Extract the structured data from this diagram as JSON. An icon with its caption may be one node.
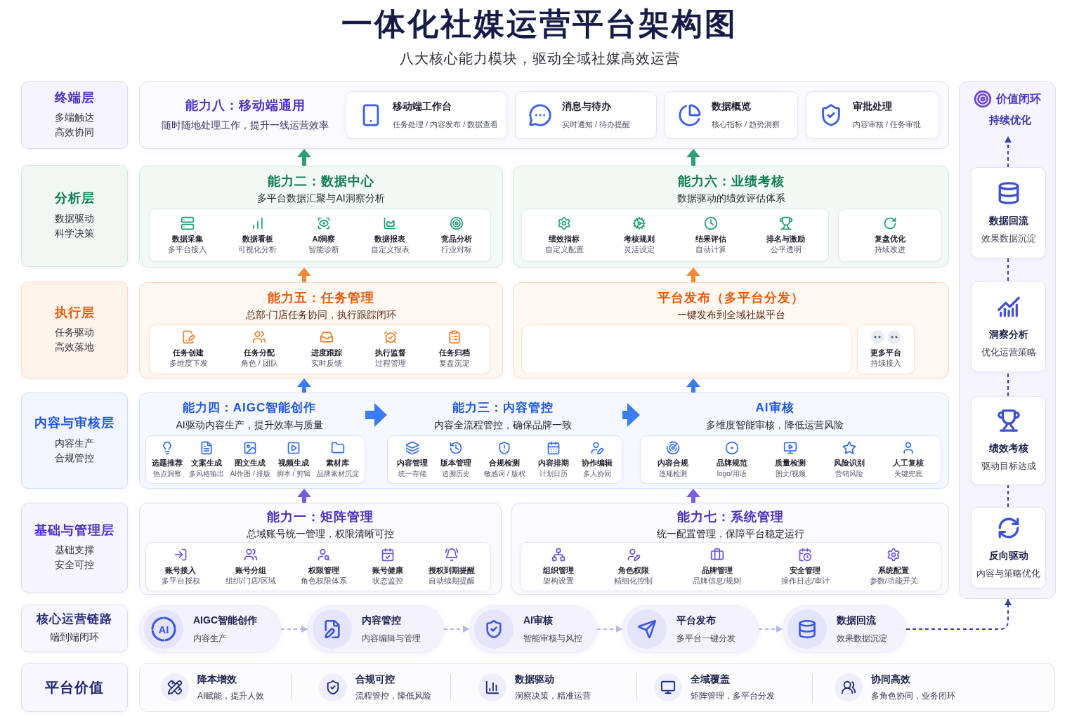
{
  "diagram": {
    "title": "一体化社媒运营平台架构图",
    "nodes": [
      {
        "text": [
          "终端层",
          "多端触达高效协同"
        ]
      },
      {
        "text": [
          "能力八：移动端通用",
          "随时随地处理工作，提升一线运营效率"
        ]
      },
      {
        "text": [
          "移动端工作台",
          "任务处理 / 内容发布 / 数据查看"
        ],
        "in": 1
      },
      {
        "text": [
          "消息与待办",
          "实时通知 / 待办提醒"
        ],
        "in": 1
      },
      {
        "text": [
          "数据概览",
          "核心指标 / 趋势洞察"
        ],
        "in": 1
      },
      {
        "text": [
          "审批处理",
          "内容审核 / 任务审批"
        ],
        "in": 1
      },
      {
        "text": [
          "分析层",
          "数据驱动科学决策"
        ]
      },
      {
        "text": [
          "能力二：数据中心",
          "多平台数据汇聚与AI洞察分析"
        ]
      },
      {
        "text": [
          "数据采集",
          "多平台接入",
          "数据看板",
          "可视化分析",
          "AI洞察",
          "智能诊断",
          "数据报表",
          "自定义报表",
          "竞品分析",
          "行业对标"
        ],
        "in": 7
      },
      {
        "text": [
          "能力六：业绩考核",
          "数据驱动的绩效评估体系"
        ]
      },
      {
        "text": [
          "绩效指标",
          "自定义配置",
          "考核规则",
          "灵活设定",
          "结果评估",
          "自动计算",
          "排名与激励",
          "公平透明"
        ],
        "in": 9
      },
      {
        "text": [
          "复盘优化",
          "持续改进"
        ],
        "in": 9
      },
      {
        "text": [
          "执行层",
          "任务驱动高效落地"
        ]
      },
      {
        "text": [
          "能力五：任务管理",
          "总部-门店任务协同，执行跟踪闭环"
        ]
      },
      {
        "text": [
          "任务创建",
          "多维度下发",
          "任务分配",
          "角色 / 团队",
          "进度跟踪",
          "实时反馈",
          "执行监督",
          "过程管理",
          "任务归档",
          "复盘沉淀"
        ],
        "in": 13
      },
      {
        "text": [
          "平台发布（多平台分发）",
          "一键发布到全域社媒平台"
        ]
      },
      {
        "text": [],
        "shape": "box",
        "in": 15
      },
      {
        "text": [
          "更多平台",
          "持续接入"
        ],
        "in": 15
      },
      {
        "text": [
          "内容与审核层",
          "内容生产合规管控"
        ]
      },
      {
        "text": [],
        "shape": "box"
      },
      {
        "text": [
          "能力四：AIGC智能创作",
          "AI驱动内容生产，提升效率与质量"
        ],
        "in": 19
      },
      {
        "text": [
          "选题推荐",
          "热点洞察",
          "文案生成",
          "多风格输出",
          "图文生成",
          "AI作图 / 排版",
          "视频生成",
          "脚本 / 剪辑",
          "素材库",
          "品牌素材沉淀"
        ],
        "in": 20
      },
      {
        "text": [
          "能力三：内容管控",
          "内容全流程管控，确保品牌一致"
        ],
        "in": 19
      },
      {
        "text": [
          "内容管理",
          "统一存储",
          "版本管理",
          "追溯历史",
          "合规检测",
          "敏感词 / 版权",
          "内容排期",
          "计划日历",
          "协作编辑",
          "多人协同"
        ],
        "in": 22
      },
      {
        "text": [
          "AI审核",
          "多维度智能审核，降低运营风险"
        ],
        "in": 19
      },
      {
        "text": [
          "内容合规",
          "违规检测",
          "品牌规范",
          "logo/用语",
          "质量检测",
          "图文/视频",
          "风险识别",
          "营销风险",
          "人工复核",
          "关键兜底"
        ],
        "in": 24
      },
      {
        "text": [
          "基础与管理层",
          "基础支撑安全可控"
        ]
      },
      {
        "text": [
          "能力一：矩阵管理",
          "总域账号统一管理，权限清晰可控"
        ]
      },
      {
        "text": [
          "账号接入",
          "多平台授权",
          "账号分组",
          "组织/门店/区域",
          "权限管理",
          "角色权限体系",
          "账号健康",
          "状态监控",
          "授权到期提醒",
          "自动续期提醒"
        ],
        "in": 27
      },
      {
        "text": [
          "能力七：系统管理",
          "统一配置管理，保障平台稳定运行"
        ]
      },
      {
        "text": [
          "组织管理",
          "架构设置",
          "角色权限",
          "精细化控制",
          "品牌管理",
          "品牌信息/规则",
          "安全管理",
          "操作日志/审计",
          "系统配置",
          "参数/功能开关"
        ],
        "in": 29
      },
      {
        "text": [
          "核心运营链路",
          "端到端闭环"
        ]
      },
      {
        "text": [
          "AIGC智能创作",
          "内容生产"
        ]
      },
      {
        "text": [
          "内容管控",
          "内容编辑与管理"
        ]
      },
      {
        "text": [
          "AI审核",
          "智能审核与风控"
        ]
      },
      {
        "text": [
          "平台发布",
          "多平台一键分发"
        ]
      },
      {
        "text": [
          "数据回流",
          "效果数据沉淀"
        ]
      },
      {
        "text": [
          "平台价值"
        ]
      },
      {
        "text": [
          "降本增效",
          "AI赋能，提升人效",
          "合规可控",
          "流程管控，降低风险",
          "数据驱动",
          "洞察决策，精准运营",
          "全域覆盖",
          "矩阵管理，多平台分发",
          "协同高效",
          "多角色协同，业务闭环"
        ]
      },
      {
        "text": [],
        "shape": "box"
      },
      {
        "text": [
          "价值闭环",
          "持续优化"
        ],
        "in": 39
      },
      {
        "text": [
          "数据回流",
          "效果数据沉淀"
        ],
        "in": 39
      },
      {
        "text": [
          "洞察分析",
          "优化运营策略"
        ],
        "in": 39
      },
      {
        "text": [
          "绩效考核",
          "驱动目标达成"
        ],
        "in": 39
      },
      {
        "text": [
          "反向驱动",
          "内容与策略优化"
        ],
        "in": 39
      }
    ],
    "edges": [
      {
        "from": 7,
        "to": 1,
        "arrow": "to",
        "color": "#2f9c78"
      },
      {
        "from": 9,
        "to": 1,
        "arrow": "to",
        "color": "#2f9c78"
      },
      {
        "from": 13,
        "to": 7,
        "arrow": "to",
        "color": "#f28a3a"
      },
      {
        "from": 15,
        "to": 9,
        "arrow": "to",
        "color": "#f28a3a"
      },
      {
        "from": 19,
        "to": 13,
        "arrow": "to",
        "color": "#3b7cf2"
      },
      {
        "from": 19,
        "to": 15,
        "arrow": "to",
        "color": "#3b7cf2"
      },
      {
        "from": 27,
        "to": 19,
        "arrow": "to",
        "color": "#7a5be4"
      },
      {
        "from": 29,
        "to": 19,
        "arrow": "to",
        "color": "#7a5be4"
      },
      {
        "from": 20,
        "to": 22,
        "arrow": "to",
        "style": "thick",
        "color": "#3b7cf2"
      },
      {
        "from": 22,
        "to": 24,
        "arrow": "to",
        "style": "thick",
        "color": "#3b7cf2"
      },
      {
        "from": 32,
        "to": 33,
        "arrow": "to",
        "style": "dashed",
        "color": "#b4b6ec"
      },
      {
        "from": 33,
        "to": 34,
        "arrow": "to",
        "style": "dashed",
        "color": "#b4b6ec"
      },
      {
        "from": 34,
        "to": 35,
        "arrow": "to",
        "style": "dashed",
        "color": "#b4b6ec"
      },
      {
        "from": 35,
        "to": 36,
        "arrow": "to",
        "style": "dashed",
        "color": "#b4b6ec"
      },
      {
        "from": 36,
        "to": 39,
        "arrow": "to",
        "style": "dashed"
      },
      {
        "from": 41,
        "to": 40,
        "arrow": "to",
        "style": "dashed"
      },
      {
        "from": 42,
        "to": 41,
        "arrow": "none",
        "style": "dashed"
      },
      {
        "from": 43,
        "to": 42,
        "arrow": "none",
        "style": "dashed"
      },
      {
        "from": 44,
        "to": 43,
        "arrow": "none",
        "style": "dashed"
      }
    ],
    "labels": [
      "八大核心能力模块，驱动全域社媒高效运营",
      "AI"
    ]
  }
}
